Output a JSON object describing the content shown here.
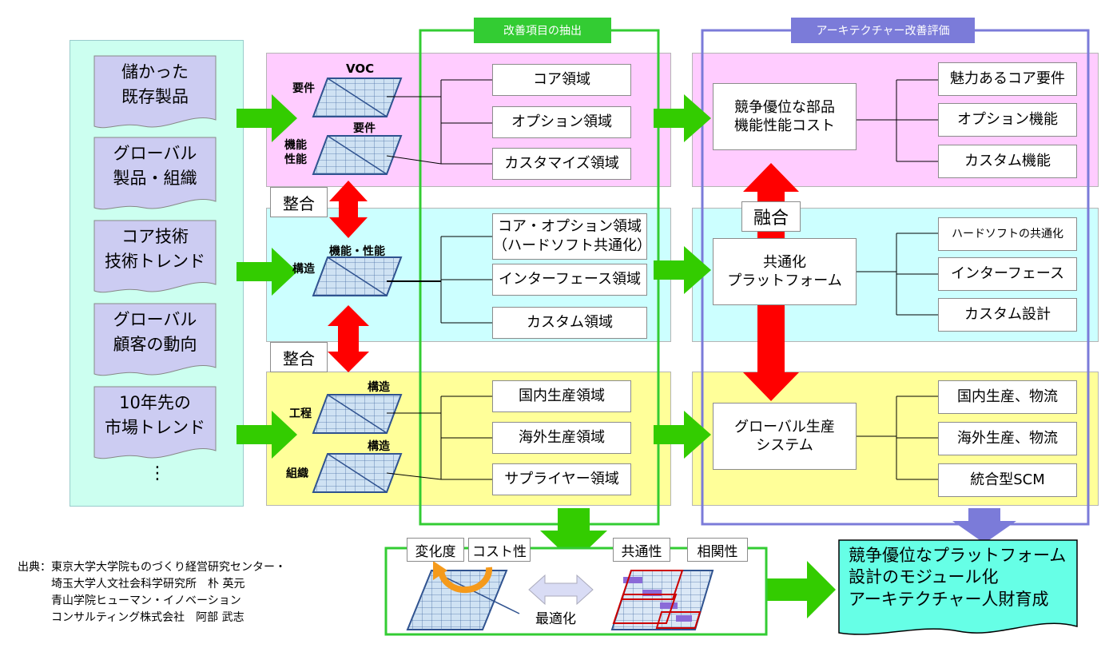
{
  "left_panel": {
    "items": [
      "儲かった\n既存製品",
      "グローバル\n製品・組織",
      "コア技術\n技術トレンド",
      "グローバル\n顧客の動向",
      "10年先の\n市場トレンド"
    ],
    "ellipsis": "⋮"
  },
  "sections": {
    "extraction_header": "改善項目の抽出",
    "evaluation_header": "アーキテクチャー改善評価"
  },
  "row1": {
    "voc_label": "VOC",
    "yoken_label": "要件",
    "yoken2_label": "要件",
    "kinou_label": "機能\n性能",
    "items": [
      "コア領域",
      "オプション領域",
      "カスタマイズ領域"
    ],
    "result": "競争優位な部品\n機能性能コスト",
    "outputs": [
      "魅力あるコア要件",
      "オプション機能",
      "カスタム機能"
    ]
  },
  "row2": {
    "kinou_seinou_label": "機能・性能",
    "kouzou_label": "構造",
    "items": [
      "コア・オプション領域\n（ハードソフト共通化）",
      "インターフェース領域",
      "カスタム領域"
    ],
    "result": "共通化\nプラットフォーム",
    "outputs": [
      "ハードソフトの共通化",
      "インターフェース",
      "カスタム設計"
    ]
  },
  "row3": {
    "kouzou1_label": "構造",
    "koutei_label": "工程",
    "kouzou2_label": "構造",
    "soshiki_label": "組織",
    "items": [
      "国内生産領域",
      "海外生産領域",
      "サプライヤー領域"
    ],
    "result": "グローバル生産\nシステム",
    "outputs": [
      "国内生産、物流",
      "海外生産、物流",
      "統合型SCM"
    ]
  },
  "align_labels": [
    "整合",
    "整合"
  ],
  "fusion_label": "融合",
  "bottom": {
    "tags_left": [
      "変化度",
      "コスト性"
    ],
    "tags_right": [
      "共通性",
      "相関性"
    ],
    "optimize_label": "最適化"
  },
  "result_doc": "競争優位なプラットフォーム\n設計のモジュール化\nアーキテクチャー人財育成",
  "source_note": "出典：東京大学大学院ものづくり経営研究センター・\n　　　埼玉大学人文社会科学研究所　朴 英元\n　　　青山学院ヒューマン・イノベーション\n　　　コンサルティング株式会社　阿部 武志",
  "colors": {
    "left_panel": "#ccfff0",
    "doc_fill": "#ccccf2",
    "pink_band": "#ffccff",
    "cyan_band": "#ccffff",
    "yellow_band": "#ffff99",
    "green_arrow": "#33cc00",
    "red_arrow": "#ff0000",
    "green_frame": "#33cc33",
    "purple_frame": "#7b7bd9",
    "result_fill": "#66ffe6"
  }
}
